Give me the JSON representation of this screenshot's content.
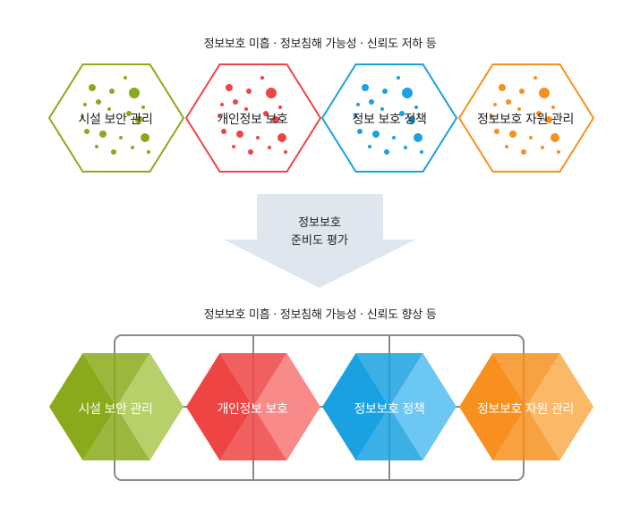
{
  "top_caption": "정보보호 미흡 ·  정보침해 가능성 · 신뢰도 저하 등",
  "bottom_caption": "정보보호 미흡 ·  정보침해 가능성 · 신뢰도 향상 등",
  "arrow": {
    "line1": "정보보호",
    "line2": "준비도 평가"
  },
  "items": [
    {
      "label": "시설 보안 관리",
      "color": "#8aaa1c",
      "light": "#b8d06a"
    },
    {
      "label": "개인정보 보호",
      "color": "#ef4444",
      "light": "#f98a8a"
    },
    {
      "label": "정보 보호 정책",
      "color": "#1aa1e1",
      "light": "#6cc7f2"
    },
    {
      "label": "정보보호 자원 관리",
      "color": "#f7901e",
      "light": "#fbb866"
    }
  ],
  "bottom_labels": [
    "시설 보안 관리",
    "개인정보 보호",
    "정보보호 정책",
    "정보보호 자원 관리"
  ],
  "arrow_color": "#dfe6ee",
  "connector_color": "#888888"
}
